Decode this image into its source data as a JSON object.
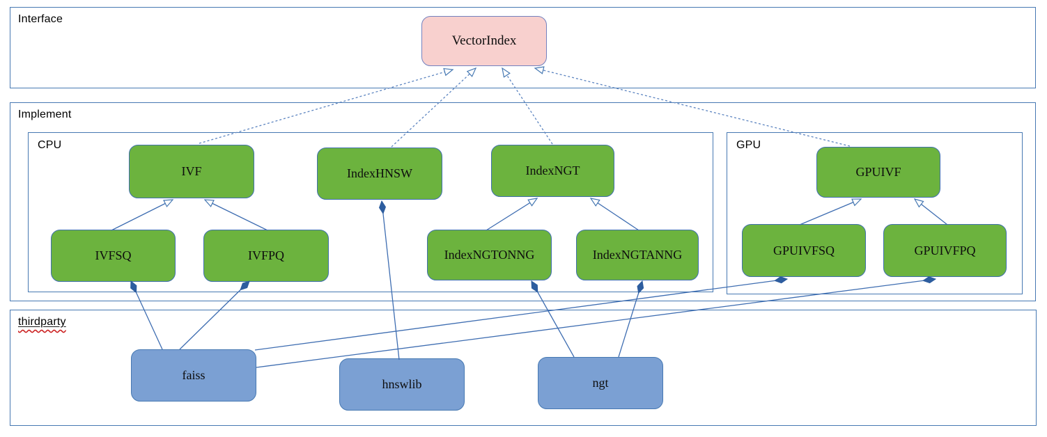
{
  "diagram": {
    "containers": {
      "interface": {
        "label": "Interface"
      },
      "implement": {
        "label": "Implement"
      },
      "cpu": {
        "label": "CPU"
      },
      "gpu": {
        "label": "GPU"
      },
      "thirdparty": {
        "label": "thirdparty"
      }
    },
    "nodes": {
      "vectorindex": {
        "label": "VectorIndex",
        "kind": "interface"
      },
      "ivf": {
        "label": "IVF",
        "kind": "cpu-implementation"
      },
      "indexhnsw": {
        "label": "IndexHNSW",
        "kind": "cpu-implementation"
      },
      "indexngt": {
        "label": "IndexNGT",
        "kind": "cpu-implementation"
      },
      "ivfsq": {
        "label": "IVFSQ",
        "kind": "cpu-implementation"
      },
      "ivfpq": {
        "label": "IVFPQ",
        "kind": "cpu-implementation"
      },
      "indexngtonng": {
        "label": "IndexNGTONNG",
        "kind": "cpu-implementation"
      },
      "indexngtanng": {
        "label": "IndexNGTANNG",
        "kind": "cpu-implementation"
      },
      "gpuivf": {
        "label": "GPUIVF",
        "kind": "gpu-implementation"
      },
      "gpuivfsq": {
        "label": "GPUIVFSQ",
        "kind": "gpu-implementation"
      },
      "gpuivfpq": {
        "label": "GPUIVFPQ",
        "kind": "gpu-implementation"
      },
      "faiss": {
        "label": "faiss",
        "kind": "thirdparty-library"
      },
      "hnswlib": {
        "label": "hnswlib",
        "kind": "thirdparty-library"
      },
      "ngt": {
        "label": "ngt",
        "kind": "thirdparty-library"
      }
    },
    "edges": [
      {
        "from": "IVF",
        "to": "VectorIndex",
        "relation": "realization",
        "style": "dashed, hollow triangle at target"
      },
      {
        "from": "IndexHNSW",
        "to": "VectorIndex",
        "relation": "realization",
        "style": "dashed, hollow triangle at target"
      },
      {
        "from": "IndexNGT",
        "to": "VectorIndex",
        "relation": "realization",
        "style": "dashed, hollow triangle at target"
      },
      {
        "from": "GPUIVF",
        "to": "VectorIndex",
        "relation": "realization",
        "style": "dashed, hollow triangle at target"
      },
      {
        "from": "IVFSQ",
        "to": "IVF",
        "relation": "generalization",
        "style": "solid, hollow triangle at target"
      },
      {
        "from": "IVFPQ",
        "to": "IVF",
        "relation": "generalization",
        "style": "solid, hollow triangle at target"
      },
      {
        "from": "IndexNGTONNG",
        "to": "IndexNGT",
        "relation": "generalization",
        "style": "solid, hollow triangle at target"
      },
      {
        "from": "IndexNGTANNG",
        "to": "IndexNGT",
        "relation": "generalization",
        "style": "solid, hollow triangle at target"
      },
      {
        "from": "GPUIVFSQ",
        "to": "GPUIVF",
        "relation": "generalization",
        "style": "solid, hollow triangle at target"
      },
      {
        "from": "GPUIVFPQ",
        "to": "GPUIVF",
        "relation": "generalization",
        "style": "solid, hollow triangle at target"
      },
      {
        "from": "faiss",
        "to": "IVFSQ",
        "relation": "composition",
        "style": "solid, filled diamond at target"
      },
      {
        "from": "faiss",
        "to": "IVFPQ",
        "relation": "composition",
        "style": "solid, filled diamond at target"
      },
      {
        "from": "faiss",
        "to": "GPUIVFSQ",
        "relation": "composition",
        "style": "solid, filled diamond at target"
      },
      {
        "from": "faiss",
        "to": "GPUIVFPQ",
        "relation": "composition",
        "style": "solid, filled diamond at target"
      },
      {
        "from": "hnswlib",
        "to": "IndexHNSW",
        "relation": "composition",
        "style": "solid, filled diamond at target"
      },
      {
        "from": "ngt",
        "to": "IndexNGTONNG",
        "relation": "composition",
        "style": "solid, filled diamond at target"
      },
      {
        "from": "ngt",
        "to": "IndexNGTANNG",
        "relation": "composition",
        "style": "solid, filled diamond at target"
      }
    ],
    "colors": {
      "interface_fill": "#f8d0ce",
      "implementation_fill": "#6cb33e",
      "thirdparty_fill": "#7ba0d3",
      "node_border": "#4678b2",
      "container_border": "#4678b2",
      "edge_solid": "#3e6db1",
      "edge_dashed": "#5c84c0",
      "diamond_fill": "#2d5d9f",
      "spellcheck_squiggle": "#cc2222"
    }
  }
}
